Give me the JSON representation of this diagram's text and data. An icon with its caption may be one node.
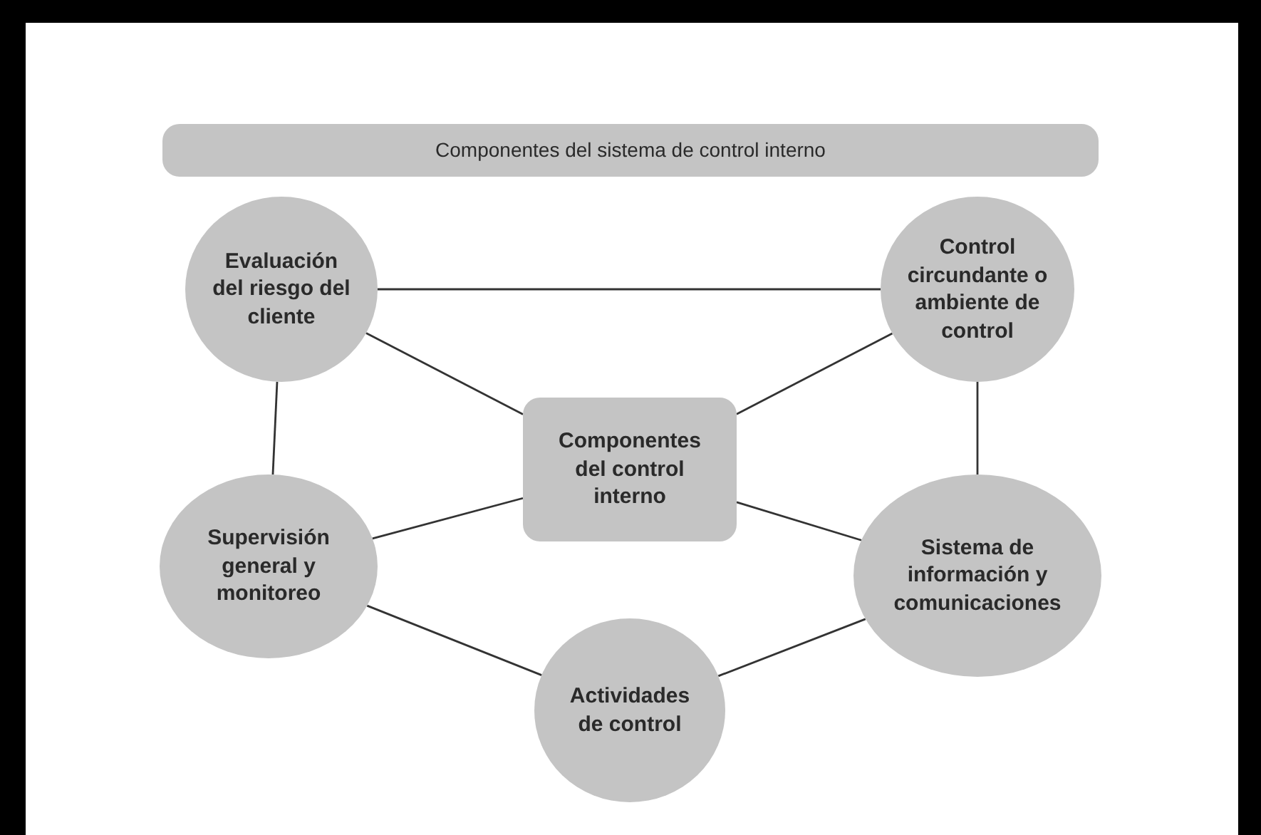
{
  "diagram": {
    "nodes": [
      {
        "text": [
          "Componentes del sistema de control interno"
        ]
      },
      {
        "text": [
          "Evaluación del riesgo del cliente"
        ]
      },
      {
        "text": [
          "Control circundante o ambiente de control"
        ]
      },
      {
        "text": [
          "Componentes del control interno"
        ]
      },
      {
        "text": [
          "Supervisión general y monitoreo"
        ]
      },
      {
        "text": [
          "Sistema de información y comunicaciones"
        ]
      },
      {
        "text": [
          "Actividades de control"
        ]
      }
    ],
    "edges": [
      {
        "from": 1,
        "to": 2,
        "arrow": "none"
      },
      {
        "from": 1,
        "to": 3,
        "arrow": "none"
      },
      {
        "from": 2,
        "to": 3,
        "arrow": "none"
      },
      {
        "from": 1,
        "to": 4,
        "arrow": "none"
      },
      {
        "from": 2,
        "to": 5,
        "arrow": "none"
      },
      {
        "from": 4,
        "to": 3,
        "arrow": "none"
      },
      {
        "from": 5,
        "to": 3,
        "arrow": "none"
      },
      {
        "from": 4,
        "to": 6,
        "arrow": "none"
      },
      {
        "from": 6,
        "to": 5,
        "arrow": "none"
      }
    ]
  }
}
